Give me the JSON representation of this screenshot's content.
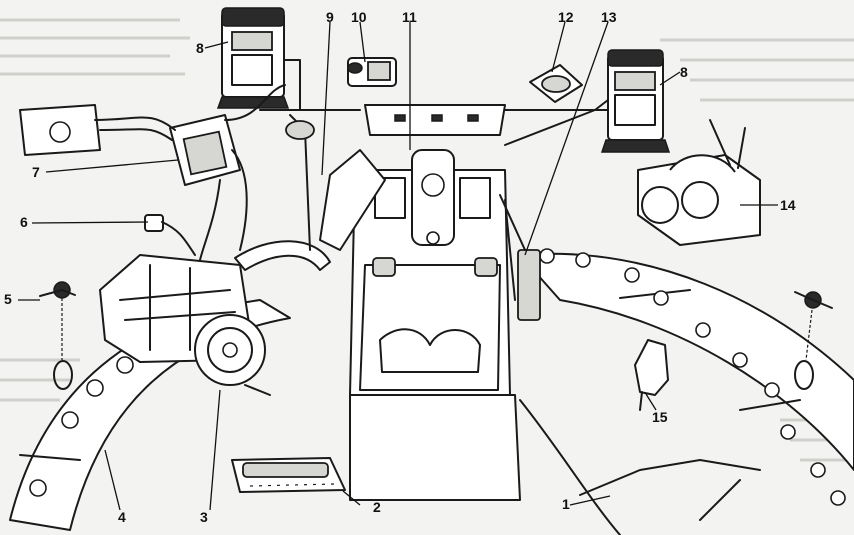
{
  "callouts": [
    {
      "id": "1",
      "text": "1"
    },
    {
      "id": "2",
      "text": "2"
    },
    {
      "id": "3",
      "text": "3"
    },
    {
      "id": "4",
      "text": "4"
    },
    {
      "id": "5",
      "text": "5"
    },
    {
      "id": "6",
      "text": "6"
    },
    {
      "id": "7",
      "text": "7"
    },
    {
      "id": "8a",
      "text": "8"
    },
    {
      "id": "8b",
      "text": "8"
    },
    {
      "id": "9",
      "text": "9"
    },
    {
      "id": "10",
      "text": "10"
    },
    {
      "id": "11",
      "text": "11"
    },
    {
      "id": "12",
      "text": "12"
    },
    {
      "id": "13",
      "text": "13"
    },
    {
      "id": "14",
      "text": "14"
    },
    {
      "id": "15",
      "text": "15"
    }
  ]
}
